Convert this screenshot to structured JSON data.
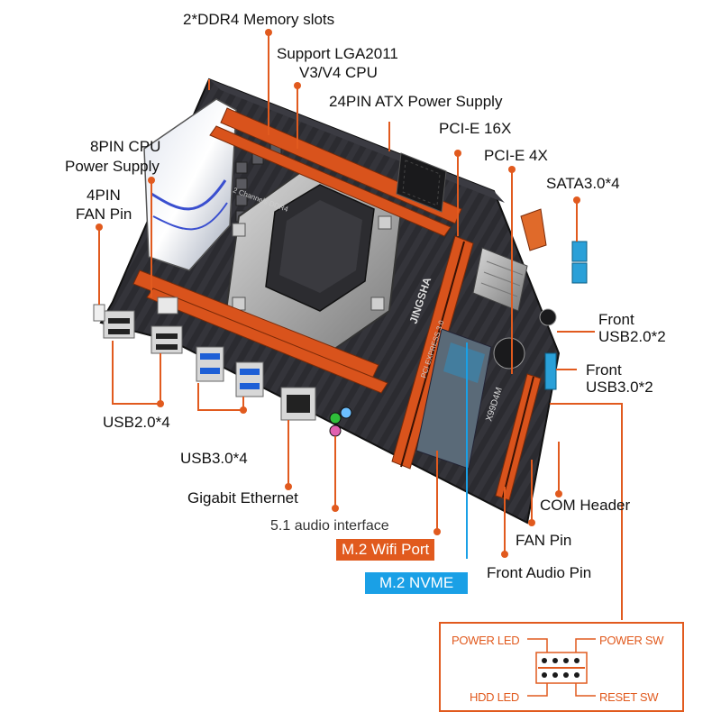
{
  "labels": {
    "memory": "2*DDR4 Memory slots",
    "cpu_line1": "Support LGA2011",
    "cpu_line2": "V3/V4 CPU",
    "atx": "24PIN ATX Power Supply",
    "pcie16": "PCI-E 16X",
    "pcie4": "PCI-E 4X",
    "sata": "SATA3.0*4",
    "cpu_power_line1": "8PIN CPU",
    "cpu_power_line2": "Power Supply",
    "fan4_line1": "4PIN",
    "fan4_line2": "FAN Pin",
    "front_usb2_line1": "Front",
    "front_usb2_line2": "USB2.0*2",
    "front_usb3_line1": "Front",
    "front_usb3_line2": "USB3.0*2",
    "usb2": "USB2.0*4",
    "usb3": "USB3.0*4",
    "ethernet": "Gigabit Ethernet",
    "audio": "5.1 audio interface",
    "m2_wifi": "M.2 Wifi Port",
    "m2_nvme": "M.2 NVME",
    "com": "COM Header",
    "fan_pin": "FAN Pin",
    "front_audio": "Front Audio Pin"
  },
  "board": {
    "brand": "JINGSHA",
    "model": "X99D4M",
    "pci_label": "PCI EXPRESS 3.0",
    "ddr_label": "2 Channels DDR4"
  },
  "front_panel": {
    "power_led": "POWER LED",
    "power_sw": "POWER SW",
    "hdd_led": "HDD  LED",
    "reset_sw": "RESET SW"
  },
  "colors": {
    "accent_orange": "#e15a1e",
    "nvme_blue": "#1aa0e6",
    "board_dark": "#2a2a2e",
    "slot_orange": "#d9531c"
  }
}
